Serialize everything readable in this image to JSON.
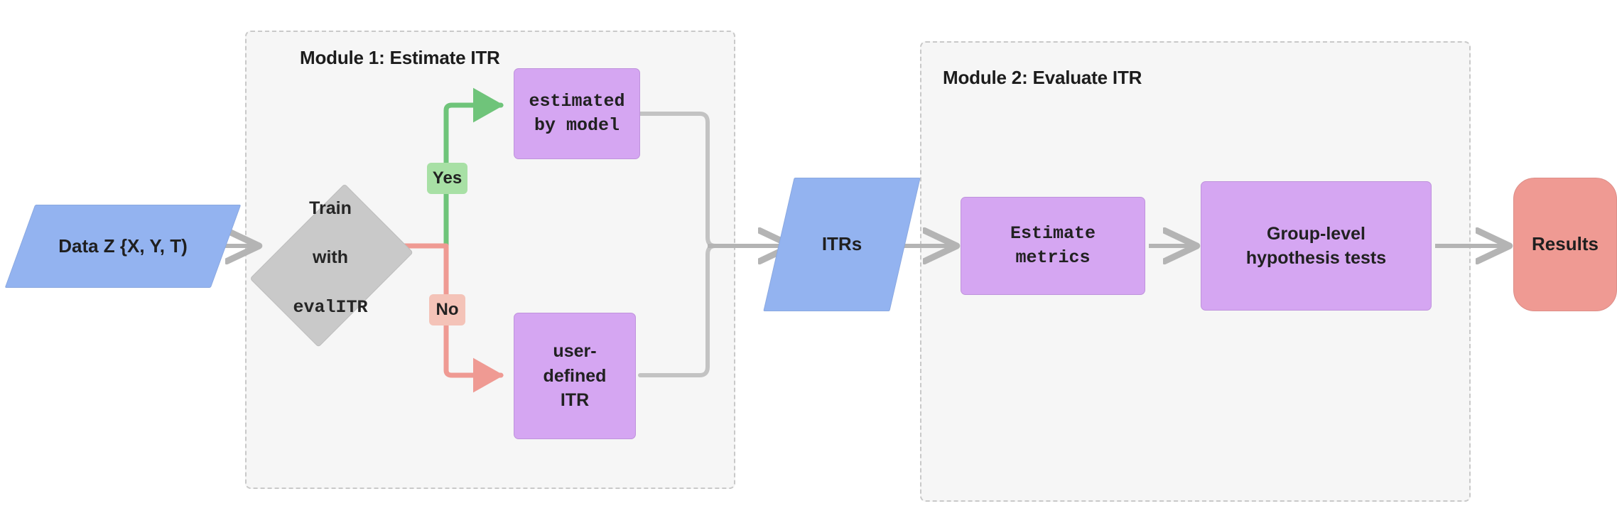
{
  "diagram": {
    "title": "evalITR workflow",
    "type": "flowchart",
    "orientation": "left-to-right",
    "colors": {
      "data_node_fill": "#93b3f0",
      "decision_fill": "#c9c9c9",
      "process_fill": "#d5a6f2",
      "terminal_fill": "#ef9a93",
      "module_fill": "#f6f6f6",
      "module_border": "#c9c9c9",
      "edge_default": "#b4b4b4",
      "edge_yes": "#6fc47a",
      "edge_no": "#ef9a93",
      "yes_chip_fill": "#a8e0a5",
      "no_chip_fill": "#f4c3b8"
    }
  },
  "modules": [
    {
      "id": "module1",
      "title": "Module 1: Estimate ITR"
    },
    {
      "id": "module2",
      "title": "Module 2: Evaluate ITR"
    }
  ],
  "nodes": {
    "data_input": {
      "label": "Data Z {X, Y, T)",
      "shape": "parallelogram"
    },
    "decision": {
      "line1": "Train",
      "line2": "with",
      "line3": "evalITR",
      "shape": "diamond"
    },
    "estimated_by_model": {
      "label": "estimated\nby model",
      "shape": "rect",
      "font": "mono"
    },
    "user_defined_itr": {
      "label": "user-\ndefined\nITR",
      "shape": "rect",
      "font": "sans"
    },
    "itrs": {
      "label": "ITRs",
      "shape": "parallelogram"
    },
    "estimate_metrics": {
      "label": "Estimate\nmetrics",
      "shape": "rect",
      "font": "mono"
    },
    "group_level_tests": {
      "label": "Group-level\nhypothesis tests",
      "shape": "rect",
      "font": "sans"
    },
    "results": {
      "label": "Results",
      "shape": "stadium"
    }
  },
  "edge_labels": {
    "yes": "Yes",
    "no": "No"
  },
  "edges": [
    {
      "from": "data_input",
      "to": "decision",
      "label": ""
    },
    {
      "from": "decision",
      "to": "estimated_by_model",
      "label": "Yes"
    },
    {
      "from": "decision",
      "to": "user_defined_itr",
      "label": "No"
    },
    {
      "from": "estimated_by_model",
      "to": "itrs",
      "label": ""
    },
    {
      "from": "user_defined_itr",
      "to": "itrs",
      "label": ""
    },
    {
      "from": "itrs",
      "to": "estimate_metrics",
      "label": ""
    },
    {
      "from": "estimate_metrics",
      "to": "group_level_tests",
      "label": ""
    },
    {
      "from": "group_level_tests",
      "to": "results",
      "label": ""
    }
  ]
}
